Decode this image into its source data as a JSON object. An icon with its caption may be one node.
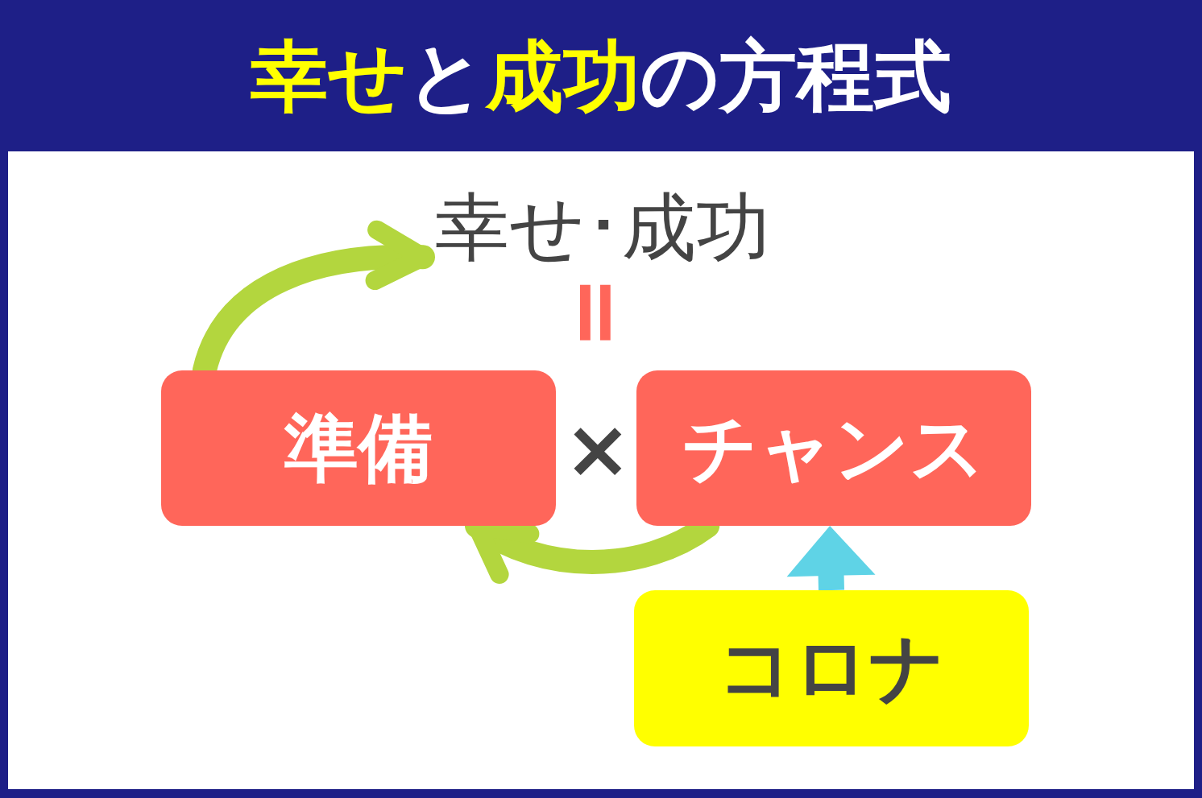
{
  "diagram": {
    "title": "**幸せ**と**成功**の方程式",
    "nodes": [
      {
        "text": [
          "幸せ･成功"
        ]
      },
      {
        "text": [
          "準備"
        ]
      },
      {
        "text": [
          "チャンス"
        ]
      },
      {
        "text": [
          "コロナ"
        ]
      }
    ],
    "edges": [
      {
        "from": 1,
        "to": 0,
        "arrow": "to"
      },
      {
        "from": 2,
        "to": 1,
        "arrow": "to"
      },
      {
        "from": 3,
        "to": 2,
        "arrow": "to",
        "color": "#5fd3e6",
        "style": "thick"
      }
    ],
    "labels": [
      "=",
      "×"
    ]
  }
}
